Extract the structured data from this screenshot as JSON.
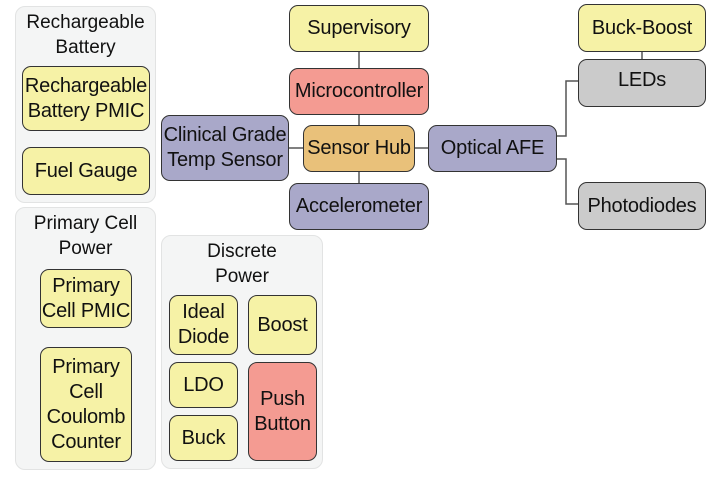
{
  "groups": [
    {
      "id": "rechargeable-battery",
      "title": "Rechargeable\nBattery",
      "nodes": [
        {
          "label": "Rechargeable\nBattery PMIC",
          "color": "yellow"
        },
        {
          "label": "Fuel Gauge",
          "color": "yellow"
        }
      ]
    },
    {
      "id": "primary-cell-power",
      "title": "Primary Cell\nPower",
      "nodes": [
        {
          "label": "Primary\nCell PMIC",
          "color": "yellow"
        },
        {
          "label": "Primary\nCell\nCoulomb\nCounter",
          "color": "yellow"
        }
      ]
    },
    {
      "id": "discrete-power",
      "title": "Discrete\nPower",
      "nodes": [
        {
          "label": "Ideal\nDiode",
          "color": "yellow"
        },
        {
          "label": "Boost",
          "color": "yellow"
        },
        {
          "label": "LDO",
          "color": "yellow"
        },
        {
          "label": "Push\nButton",
          "color": "red"
        },
        {
          "label": "Buck",
          "color": "yellow"
        }
      ]
    }
  ],
  "nodes": {
    "supervisory": {
      "label": "Supervisory",
      "color": "yellow"
    },
    "microcontroller": {
      "label": "Microcontroller",
      "color": "red"
    },
    "sensor_hub": {
      "label": "Sensor Hub",
      "color": "orange"
    },
    "temp_sensor": {
      "label": "Clinical Grade\nTemp Sensor",
      "color": "purple"
    },
    "accelerometer": {
      "label": "Accelerometer",
      "color": "purple"
    },
    "optical_afe": {
      "label": "Optical AFE",
      "color": "purple"
    },
    "buck_boost": {
      "label": "Buck-Boost",
      "color": "yellow"
    },
    "leds": {
      "label": "LEDs",
      "color": "gray"
    },
    "photodiodes": {
      "label": "Photodiodes",
      "color": "gray"
    }
  },
  "edges": [
    [
      "supervisory",
      "microcontroller"
    ],
    [
      "microcontroller",
      "sensor_hub"
    ],
    [
      "temp_sensor",
      "sensor_hub"
    ],
    [
      "sensor_hub",
      "accelerometer"
    ],
    [
      "sensor_hub",
      "optical_afe"
    ],
    [
      "optical_afe",
      "leds"
    ],
    [
      "optical_afe",
      "photodiodes"
    ],
    [
      "buck_boost",
      "leds"
    ]
  ],
  "colors": {
    "yellow": "#f6f2a6",
    "red": "#f49b92",
    "orange": "#e9c17a",
    "purple": "#a9a8c9",
    "gray": "#cbcbcb",
    "group_bg": "#f4f5f5",
    "border": "#333333"
  }
}
